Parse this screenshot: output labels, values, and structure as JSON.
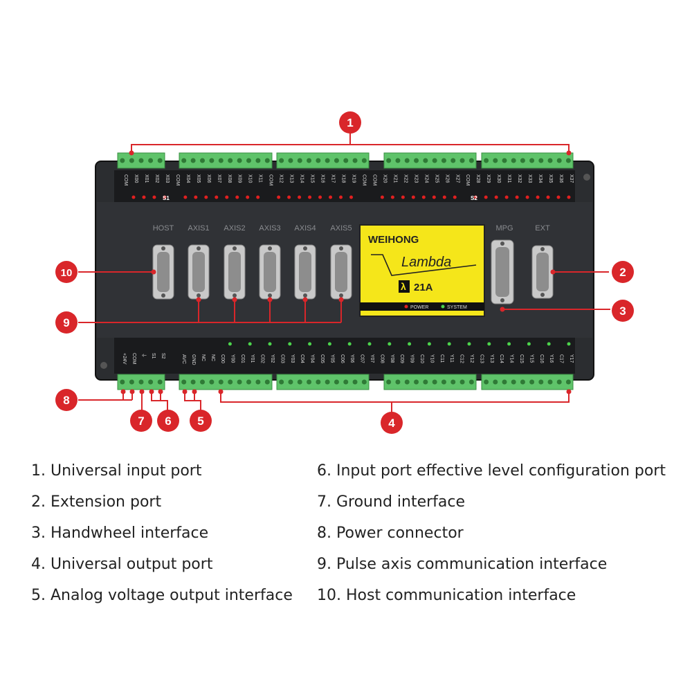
{
  "device": {
    "brand": "WEIHONG",
    "model": "Lambda",
    "variant": "21A",
    "lambda_glyph": "λ",
    "status_power": "POWER",
    "status_system": "SYSTEM",
    "ports_top": [
      "HOST",
      "AXIS1",
      "AXIS2",
      "AXIS3",
      "AXIS4",
      "AXIS5"
    ],
    "ports_right": [
      "MPG",
      "EXT"
    ],
    "input_labels": [
      "COM",
      "X00",
      "X01",
      "X02",
      "X03",
      "COM",
      "X04",
      "X05",
      "X06",
      "X07",
      "X08",
      "X09",
      "X10",
      "X11",
      "COM",
      "X12",
      "X13",
      "X14",
      "X15",
      "X16",
      "X17",
      "X18",
      "X19",
      "COM",
      "COM",
      "X20",
      "X21",
      "X22",
      "X23",
      "X24",
      "X25",
      "X26",
      "X27",
      "COM",
      "X28",
      "X29",
      "X30",
      "X31",
      "X32",
      "X33",
      "X34",
      "X35",
      "X36",
      "X37"
    ],
    "s1_label": "S1",
    "s2_label": "S2",
    "power_labels": [
      "+24V",
      "COM",
      "⏚",
      "S1",
      "S2"
    ],
    "analog_labels": [
      "AVC",
      "GND",
      "NC",
      "NC"
    ],
    "output_labels": [
      "C00",
      "Y00",
      "C01",
      "Y01",
      "C02",
      "Y02",
      "C03",
      "Y03",
      "C04",
      "Y04",
      "C05",
      "Y05",
      "C06",
      "Y06",
      "C07",
      "Y07",
      "C08",
      "Y08",
      "C09",
      "Y09",
      "C10",
      "Y10",
      "C11",
      "Y11",
      "C12",
      "Y12",
      "C13",
      "Y13",
      "C14",
      "Y14",
      "C15",
      "Y15",
      "C16",
      "Y16",
      "C17",
      "Y17"
    ]
  },
  "callouts": [
    "1",
    "2",
    "3",
    "4",
    "5",
    "6",
    "7",
    "8",
    "9",
    "10"
  ],
  "legend_left": [
    "1. Universal input port",
    "2. Extension port",
    "3. Handwheel interface",
    "4. Universal output port",
    "5. Analog voltage output interface"
  ],
  "legend_right": [
    "6. Input port effective level configuration port",
    "7. Ground interface",
    "8. Power connector",
    "9. Pulse axis communication interface",
    "10. Host communication interface"
  ],
  "colors": {
    "body": "#2b2d30",
    "panel": "#1a1b1d",
    "terminal": "#5fc36a",
    "callout": "#d9262a",
    "screen": "#f5e61a",
    "led_red": "#e02020",
    "led_green": "#4cd44c"
  }
}
